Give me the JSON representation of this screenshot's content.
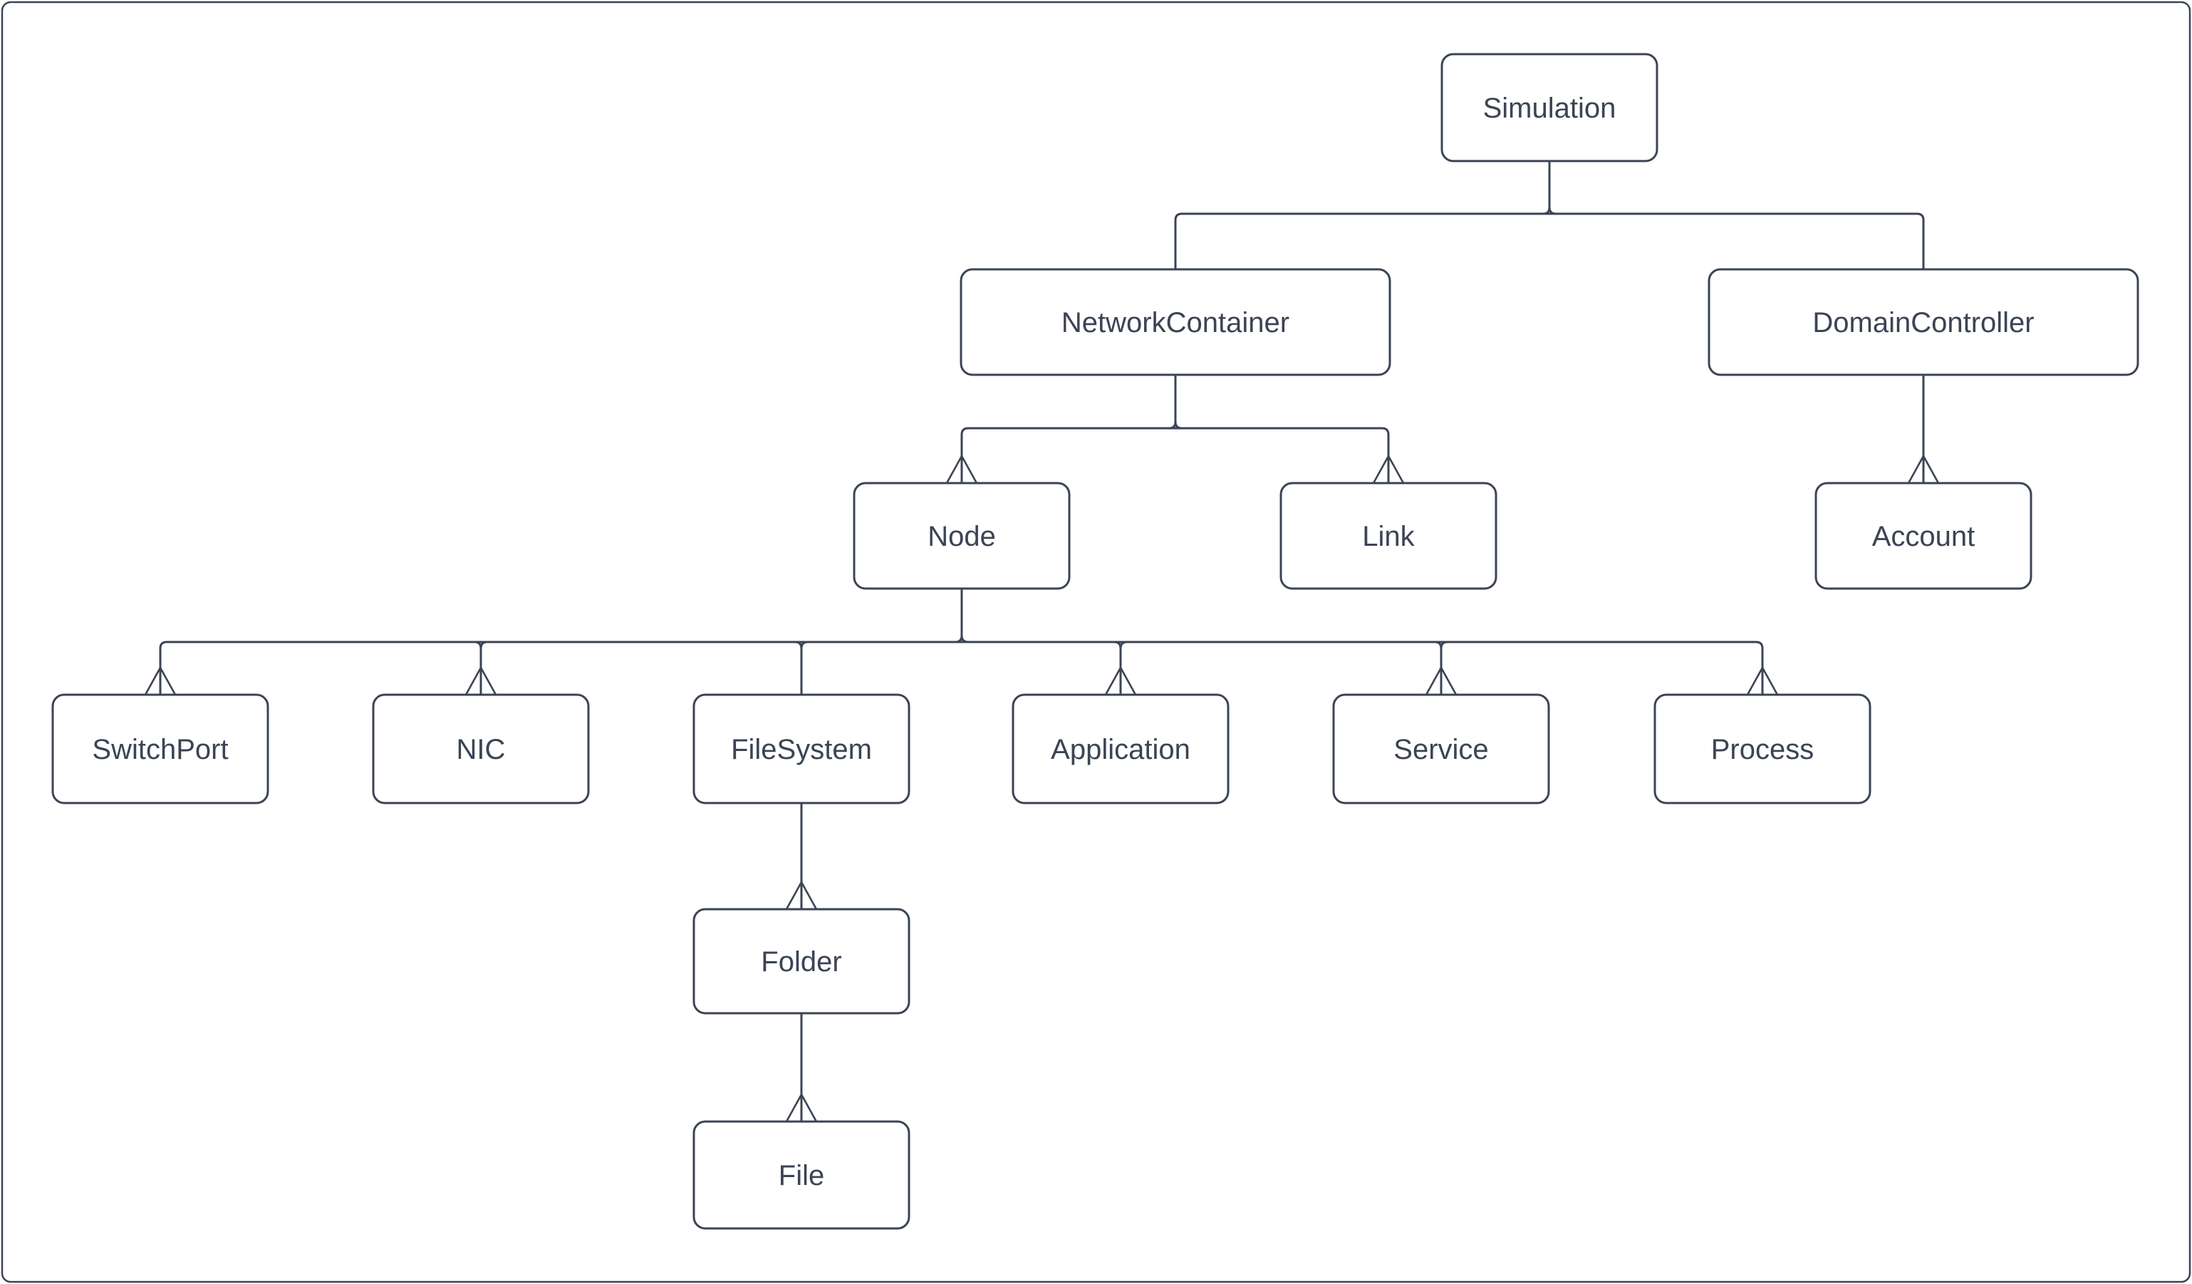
{
  "colors": {
    "stroke": "#3b4454",
    "text": "#3b4454",
    "background": "#ffffff"
  },
  "diagram": {
    "type": "tree-hierarchy",
    "nodes": {
      "simulation": {
        "label": "Simulation"
      },
      "network_container": {
        "label": "NetworkContainer"
      },
      "domain_controller": {
        "label": "DomainController"
      },
      "node": {
        "label": "Node"
      },
      "link": {
        "label": "Link"
      },
      "account": {
        "label": "Account"
      },
      "switch_port": {
        "label": "SwitchPort"
      },
      "nic": {
        "label": "NIC"
      },
      "file_system": {
        "label": "FileSystem"
      },
      "application": {
        "label": "Application"
      },
      "service": {
        "label": "Service"
      },
      "process": {
        "label": "Process"
      },
      "folder": {
        "label": "Folder"
      },
      "file": {
        "label": "File"
      }
    },
    "edges": [
      {
        "from": "simulation",
        "to": "network_container",
        "arrowhead": false
      },
      {
        "from": "simulation",
        "to": "domain_controller",
        "arrowhead": false
      },
      {
        "from": "network_container",
        "to": "node",
        "arrowhead": true
      },
      {
        "from": "network_container",
        "to": "link",
        "arrowhead": true
      },
      {
        "from": "domain_controller",
        "to": "account",
        "arrowhead": true
      },
      {
        "from": "node",
        "to": "switch_port",
        "arrowhead": true
      },
      {
        "from": "node",
        "to": "nic",
        "arrowhead": true
      },
      {
        "from": "node",
        "to": "file_system",
        "arrowhead": false
      },
      {
        "from": "node",
        "to": "application",
        "arrowhead": true
      },
      {
        "from": "node",
        "to": "service",
        "arrowhead": true
      },
      {
        "from": "node",
        "to": "process",
        "arrowhead": true
      },
      {
        "from": "file_system",
        "to": "folder",
        "arrowhead": true
      },
      {
        "from": "folder",
        "to": "file",
        "arrowhead": true
      }
    ]
  }
}
